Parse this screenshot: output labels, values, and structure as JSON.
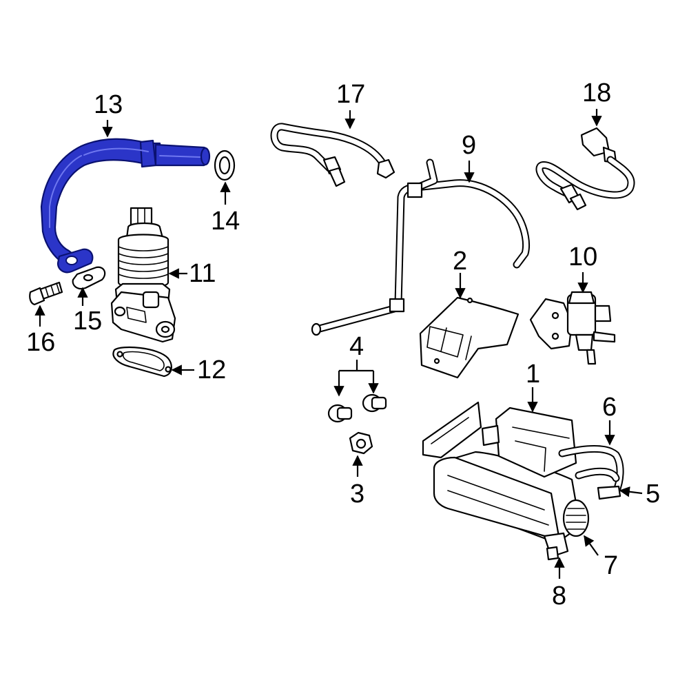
{
  "diagram": {
    "callouts": [
      {
        "id": "1",
        "text": "1"
      },
      {
        "id": "2",
        "text": "2"
      },
      {
        "id": "3",
        "text": "3"
      },
      {
        "id": "4",
        "text": "4"
      },
      {
        "id": "5",
        "text": "5"
      },
      {
        "id": "6",
        "text": "6"
      },
      {
        "id": "7",
        "text": "7"
      },
      {
        "id": "8",
        "text": "8"
      },
      {
        "id": "9",
        "text": "9"
      },
      {
        "id": "10",
        "text": "10"
      },
      {
        "id": "11",
        "text": "11"
      },
      {
        "id": "12",
        "text": "12"
      },
      {
        "id": "13",
        "text": "13"
      },
      {
        "id": "14",
        "text": "14"
      },
      {
        "id": "15",
        "text": "15"
      },
      {
        "id": "16",
        "text": "16"
      },
      {
        "id": "17",
        "text": "17"
      },
      {
        "id": "18",
        "text": "18"
      }
    ],
    "highlight_color": "#2b35c8",
    "highlighted_part": "13"
  }
}
